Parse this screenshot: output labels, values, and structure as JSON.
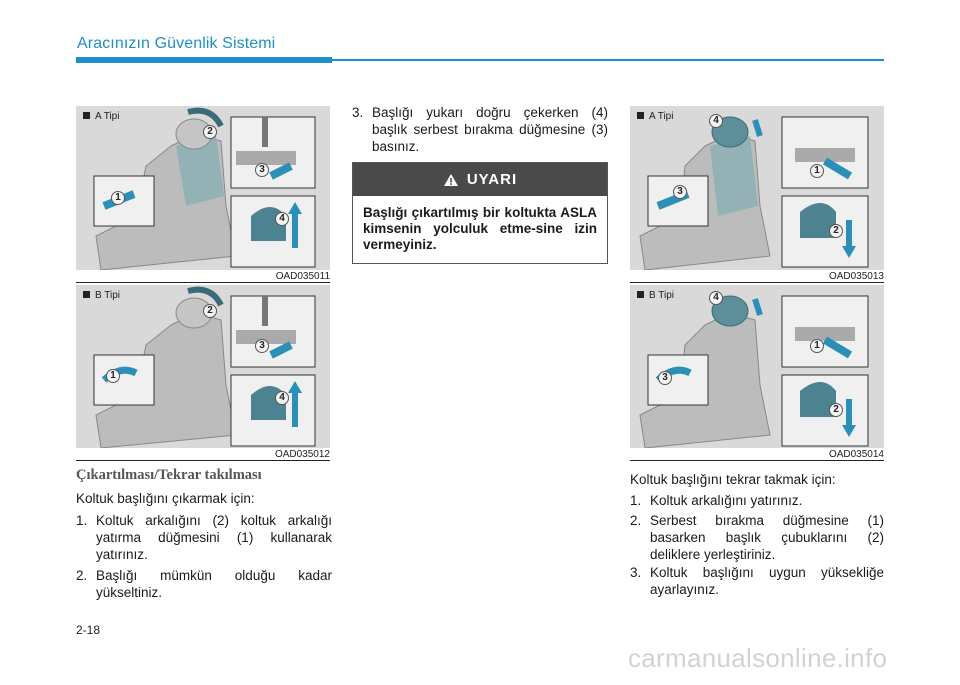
{
  "header": {
    "section_title": "Aracınızın Güvenlik Sistemi"
  },
  "figures": {
    "fig1": {
      "label": "A Tipi",
      "code": "OAD035011",
      "callouts": [
        "1",
        "2",
        "3",
        "4"
      ]
    },
    "fig2": {
      "label": "B Tipi",
      "code": "OAD035012",
      "callouts": [
        "1",
        "2",
        "3",
        "4"
      ]
    },
    "fig3": {
      "label": "A Tipi",
      "code": "OAD035013",
      "callouts": [
        "1",
        "2",
        "3",
        "4"
      ]
    },
    "fig4": {
      "label": "B Tipi",
      "code": "OAD035014",
      "callouts": [
        "1",
        "2",
        "3",
        "4"
      ]
    }
  },
  "left_column": {
    "heading": "Çıkartılması/Tekrar takılması",
    "intro": "Koltuk başlığını çıkarmak için:",
    "steps": [
      {
        "num": "1.",
        "text": "Koltuk arkalığını (2) koltuk arkalığı yatırma düğmesini (1) kullanarak yatırınız."
      },
      {
        "num": "2.",
        "text": "Başlığı mümkün olduğu kadar yükseltiniz."
      }
    ]
  },
  "middle_column": {
    "steps": [
      {
        "num": "3.",
        "text": "Başlığı yukarı doğru çekerken (4) başlık serbest bırakma düğmesine (3) basınız."
      }
    ],
    "warning": {
      "title": "UYARI",
      "text": "Başlığı çıkartılmış bir koltukta ASLA kimsenin yolculuk etme-sine izin vermeyiniz."
    }
  },
  "right_column": {
    "intro": "Koltuk başlığını tekrar takmak için:",
    "steps": [
      {
        "num": "1.",
        "text": "Koltuk arkalığını yatırınız."
      },
      {
        "num": "2.",
        "text": "Serbest bırakma düğmesine (1) basarken başlık çubuklarını (2) deliklere yerleştiriniz."
      },
      {
        "num": "3.",
        "text": "Koltuk başlığını uygun yüksekliğe ayarlayınız."
      }
    ]
  },
  "footer": {
    "page_number": "2-18",
    "watermark": "carmanualsonline.info"
  },
  "colors": {
    "accent": "#1f8fc7",
    "figure_bg": "#d9d9d9",
    "warning_header": "#4a4a4a"
  }
}
